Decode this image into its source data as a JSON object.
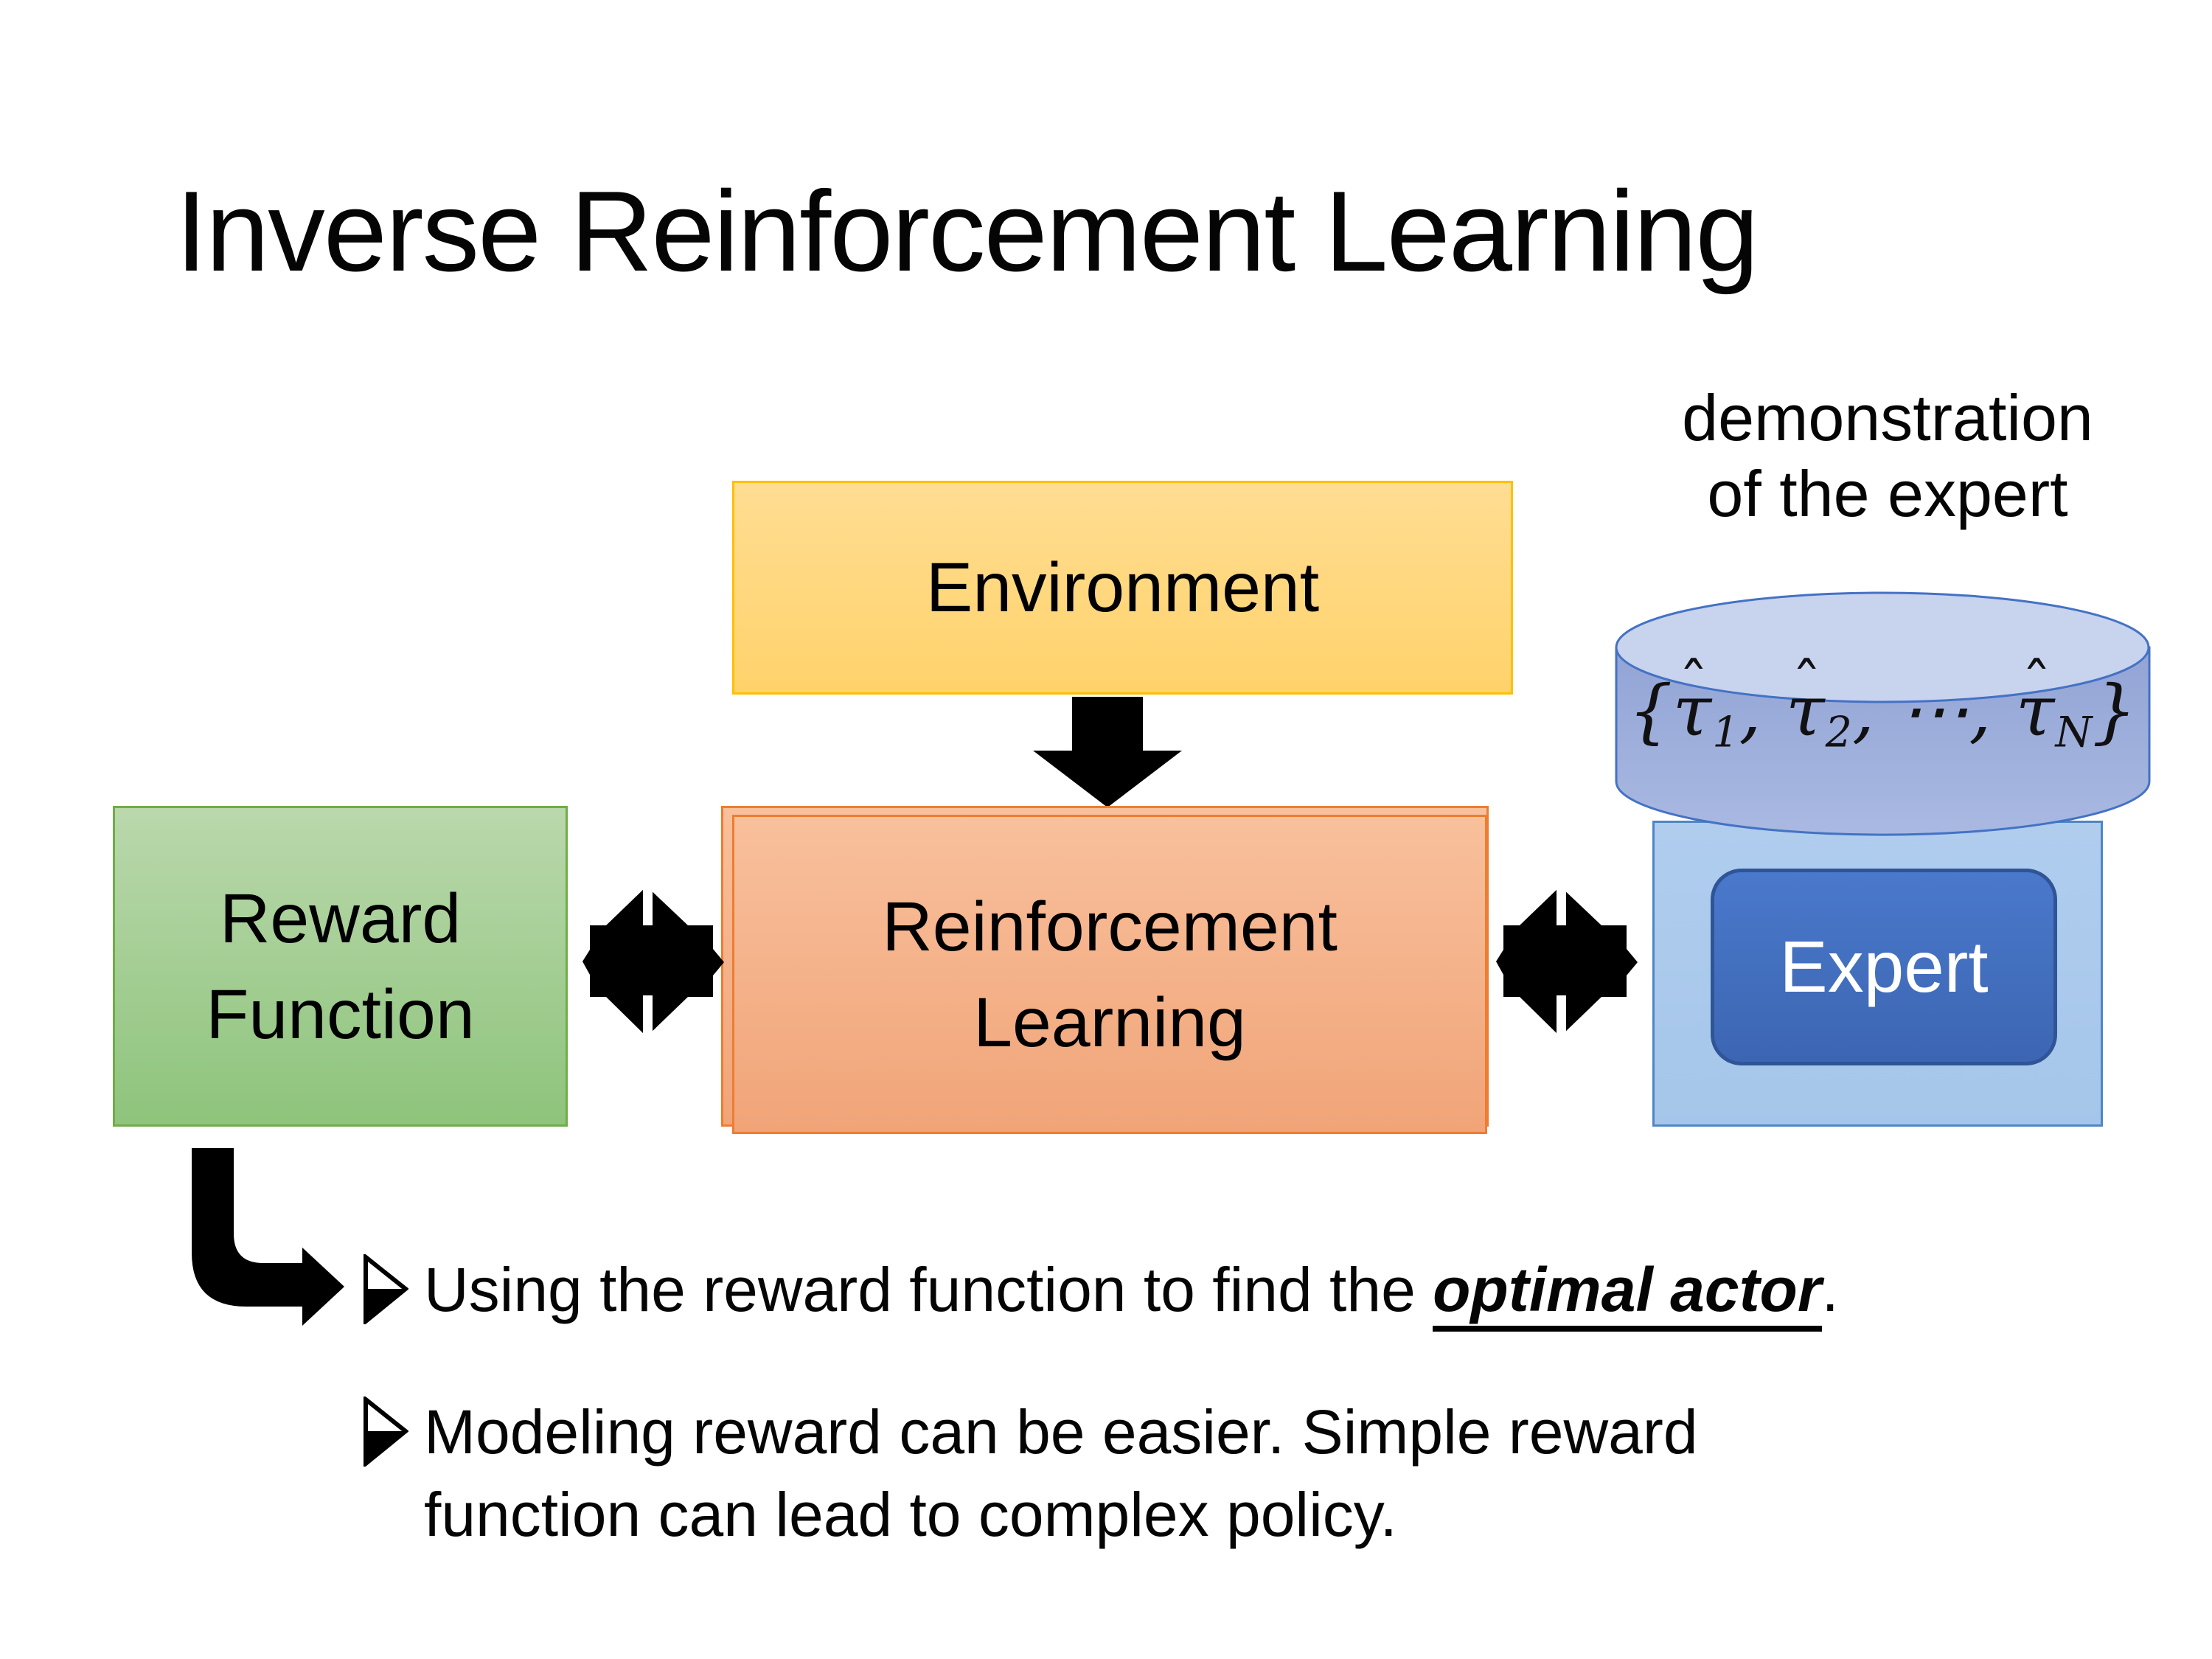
{
  "title": "Inverse Reinforcement Learning",
  "demo_label": {
    "line1": "demonstration",
    "line2": "of the expert"
  },
  "boxes": {
    "environment": "Environment",
    "reward_line1": "Reward",
    "reward_line2": "Function",
    "rl_line1": "Reinforcement",
    "rl_line2": "Learning",
    "expert": "Expert"
  },
  "formula": {
    "open": "{",
    "tau": "τ",
    "hat": "ˆ",
    "sub1": "1",
    "sub2": "2",
    "subN": "N",
    "comma": ",",
    "dots": "⋯",
    "close": "}"
  },
  "bullets": {
    "item1_prefix": "Using the reward function to find the ",
    "item1_emphasis": "optimal actor",
    "item1_suffix": ".",
    "item2_line1": "Modeling reward can be easier. Simple reward",
    "item2_line2": "function can lead to complex policy."
  },
  "colors": {
    "environment_fill": "#FFD66E",
    "environment_border": "#FFC000",
    "rl_fill": "#F5B289",
    "rl_border": "#ED7D31",
    "reward_fill": "#A3CE93",
    "reward_border": "#70AD47",
    "expert_panel_fill": "#AACAEC",
    "expert_panel_border": "#4E86C6",
    "expert_fill": "#4472C4",
    "expert_border": "#2F5597",
    "cylinder_fill": "#9DAFDC",
    "cylinder_top_fill": "#C8D3EE",
    "cylinder_border": "#4472C4",
    "arrow_fill": "#000000",
    "background": "#FFFFFF"
  }
}
